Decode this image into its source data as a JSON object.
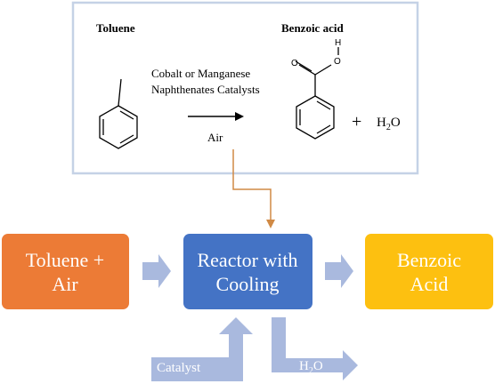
{
  "reaction": {
    "reactant_label": "Toluene",
    "product_label": "Benzoic acid",
    "catalyst_line1": "Cobalt or Manganese",
    "catalyst_line2": "Naphthenates Catalysts",
    "condition": "Air",
    "plus": "+",
    "water_main": "H",
    "water_sub": "2",
    "water_end": "O",
    "atom_h": "H",
    "atom_o": "O"
  },
  "flow": {
    "input_box": {
      "line1": "Toluene +",
      "line2": "Air"
    },
    "reactor_box": {
      "line1": "Reactor with",
      "line2": "Cooling"
    },
    "output_box": {
      "line1": "Benzoic",
      "line2": "Acid"
    },
    "catalyst_label": "Catalyst",
    "water_main": "H",
    "water_sub": "2",
    "water_end": "O"
  },
  "colors": {
    "panel_border": "#c5d2e6",
    "connector": "#d08a45",
    "input_fill": "#ec7b36",
    "reactor_fill": "#4473c5",
    "output_fill": "#fdc010",
    "arrow_fill": "#a9b9de",
    "box_text": "#ffffff"
  }
}
